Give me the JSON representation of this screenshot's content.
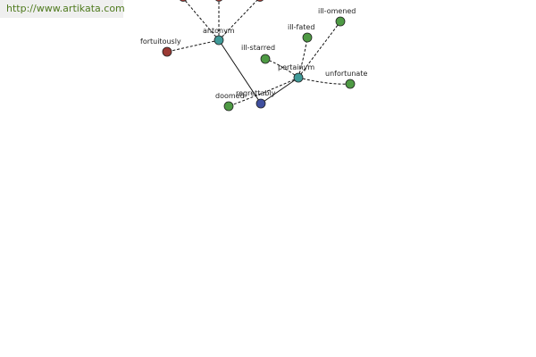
{
  "site": {
    "url_text": "http://www.artikata.com"
  },
  "colors": {
    "green": "#4e9a44",
    "teal": "#3f9a98",
    "red": "#9b3a34",
    "blue": "#3f4f9e"
  },
  "graph": {
    "nodes": {
      "regrettably": {
        "label": "regrettably",
        "color": "#3f4f9e"
      },
      "antonym": {
        "label": "antonym",
        "color": "#3f9a98"
      },
      "pertainym": {
        "label": "pertainym",
        "color": "#3f9a98"
      },
      "fortuitously": {
        "label": "fortuitously",
        "color": "#9b3a34"
      },
      "ill_omened": {
        "label": "ill-omened",
        "color": "#4e9a44"
      },
      "ill_fated": {
        "label": "ill-fated",
        "color": "#4e9a44"
      },
      "ill_starred": {
        "label": "ill-starred",
        "color": "#4e9a44"
      },
      "unfortunate": {
        "label": "unfortunate",
        "color": "#4e9a44"
      },
      "doomed": {
        "label": "doomed",
        "color": "#4e9a44"
      },
      "top_left": {
        "label": "",
        "color": "#9b3a34"
      },
      "top_center": {
        "label": "",
        "color": "#9b3a34"
      },
      "top_right": {
        "label": "",
        "color": "#9b3a34"
      }
    }
  }
}
